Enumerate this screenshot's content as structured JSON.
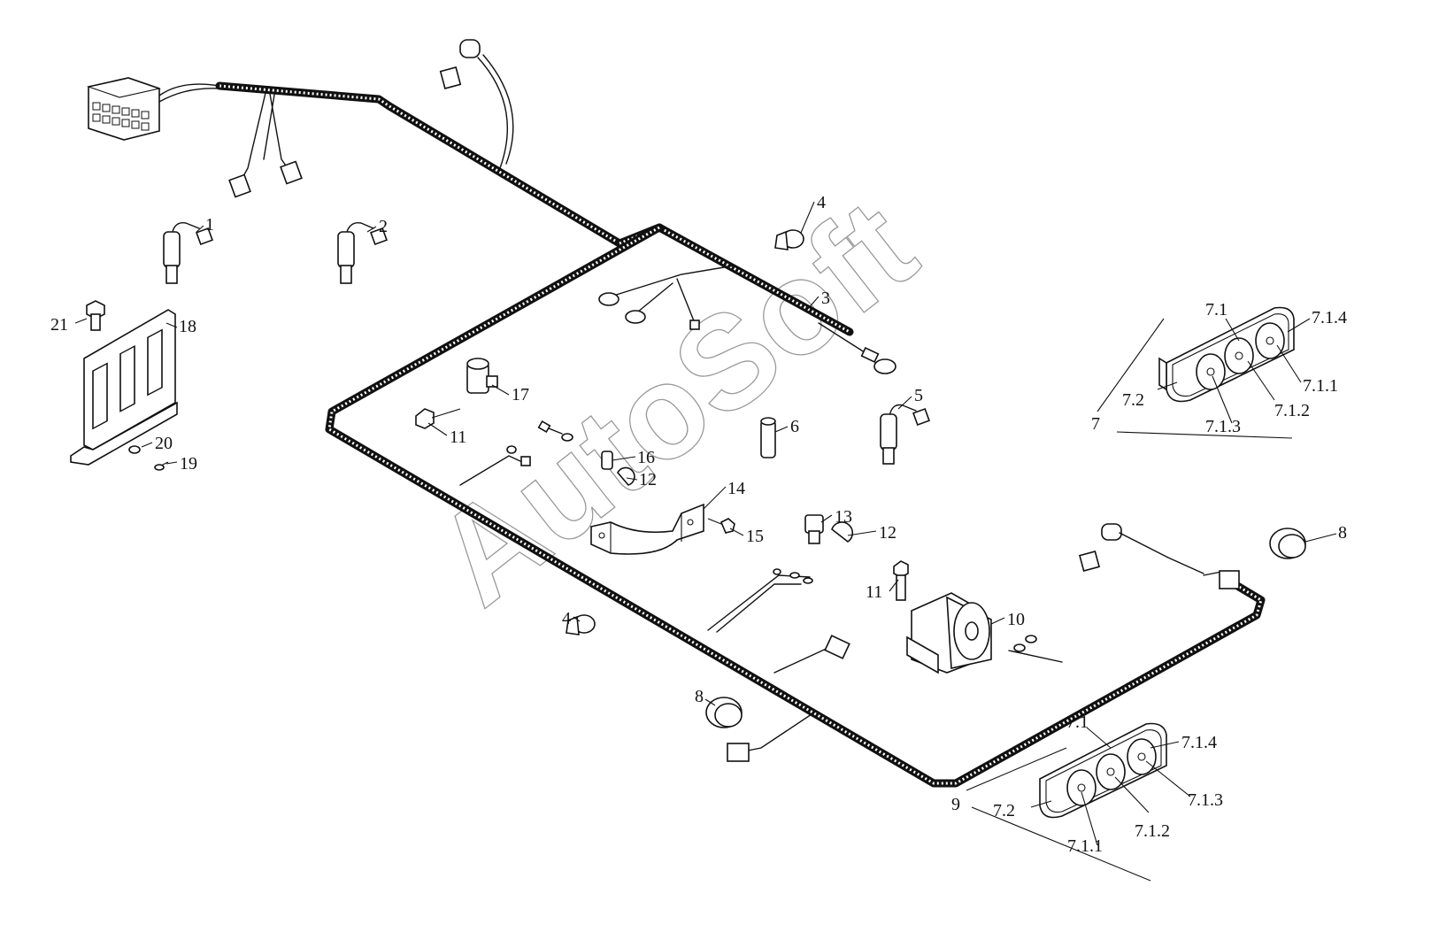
{
  "diagram": {
    "watermark": "AutoSoft",
    "callouts": {
      "c1": "1",
      "c2": "2",
      "c3": "3",
      "c4a": "4",
      "c4b": "4",
      "c5": "5",
      "c6": "6",
      "c7": "7",
      "c7_1a": "7.1",
      "c7_1_4a": "7.1.4",
      "c7_1_1a": "7.1.1",
      "c7_2a": "7.2",
      "c7_1_3a": "7.1.3",
      "c7_1_2a": "7.1.2",
      "c8a": "8",
      "c8b": "8",
      "c9": "9",
      "c7_1b": "7.1",
      "c7_1_4b": "7.1.4",
      "c7_1_3b": "7.1.3",
      "c7_2b": "7.2",
      "c7_1_1b": "7.1.1",
      "c7_1_2b": "7.1.2",
      "c10": "10",
      "c11a": "11",
      "c11b": "11",
      "c12a": "12",
      "c12b": "12",
      "c13": "13",
      "c14": "14",
      "c15": "15",
      "c16": "16",
      "c17": "17",
      "c18": "18",
      "c19": "19",
      "c20": "20",
      "c21": "21"
    }
  }
}
